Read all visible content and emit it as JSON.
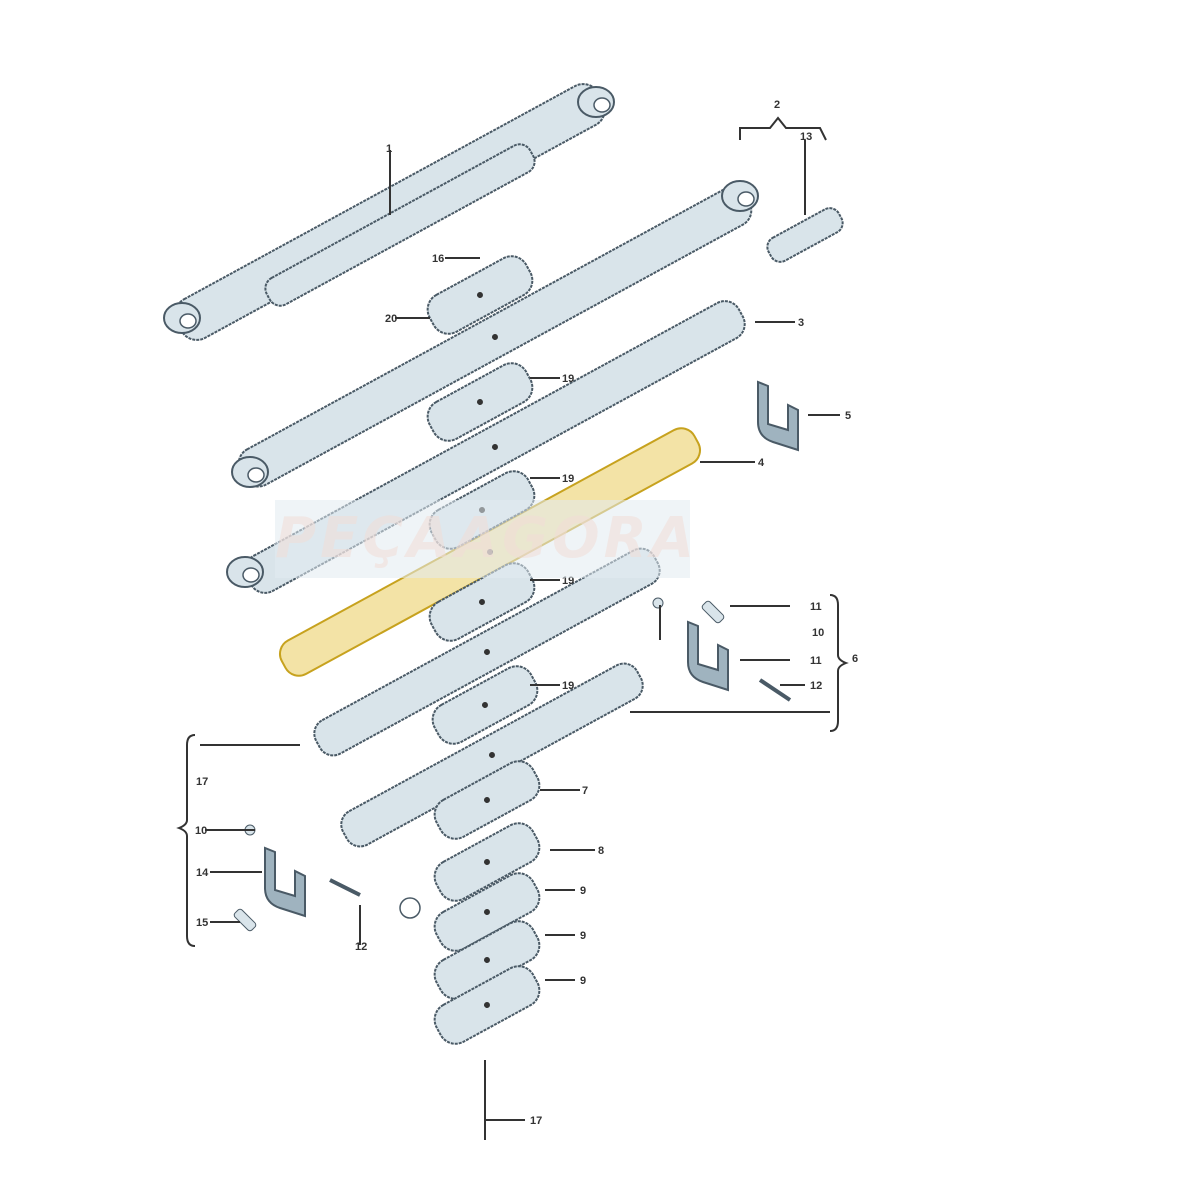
{
  "diagram": {
    "watermark": "PEÇAAGORA",
    "colors": {
      "part_fill": "#d9e4ea",
      "part_stroke": "#4a5a66",
      "highlight_fill": "#f3e3a6",
      "highlight_stroke": "#c7a21e",
      "clip_fill": "#9fb3bf"
    },
    "highlighted_part": "4",
    "labels": [
      "1",
      "2",
      "13",
      "16",
      "20",
      "3",
      "19",
      "5",
      "4",
      "19",
      "19",
      "11",
      "10",
      "11",
      "12",
      "6",
      "17",
      "10",
      "14",
      "15",
      "12",
      "19",
      "7",
      "8",
      "9",
      "9",
      "9",
      "17"
    ]
  }
}
